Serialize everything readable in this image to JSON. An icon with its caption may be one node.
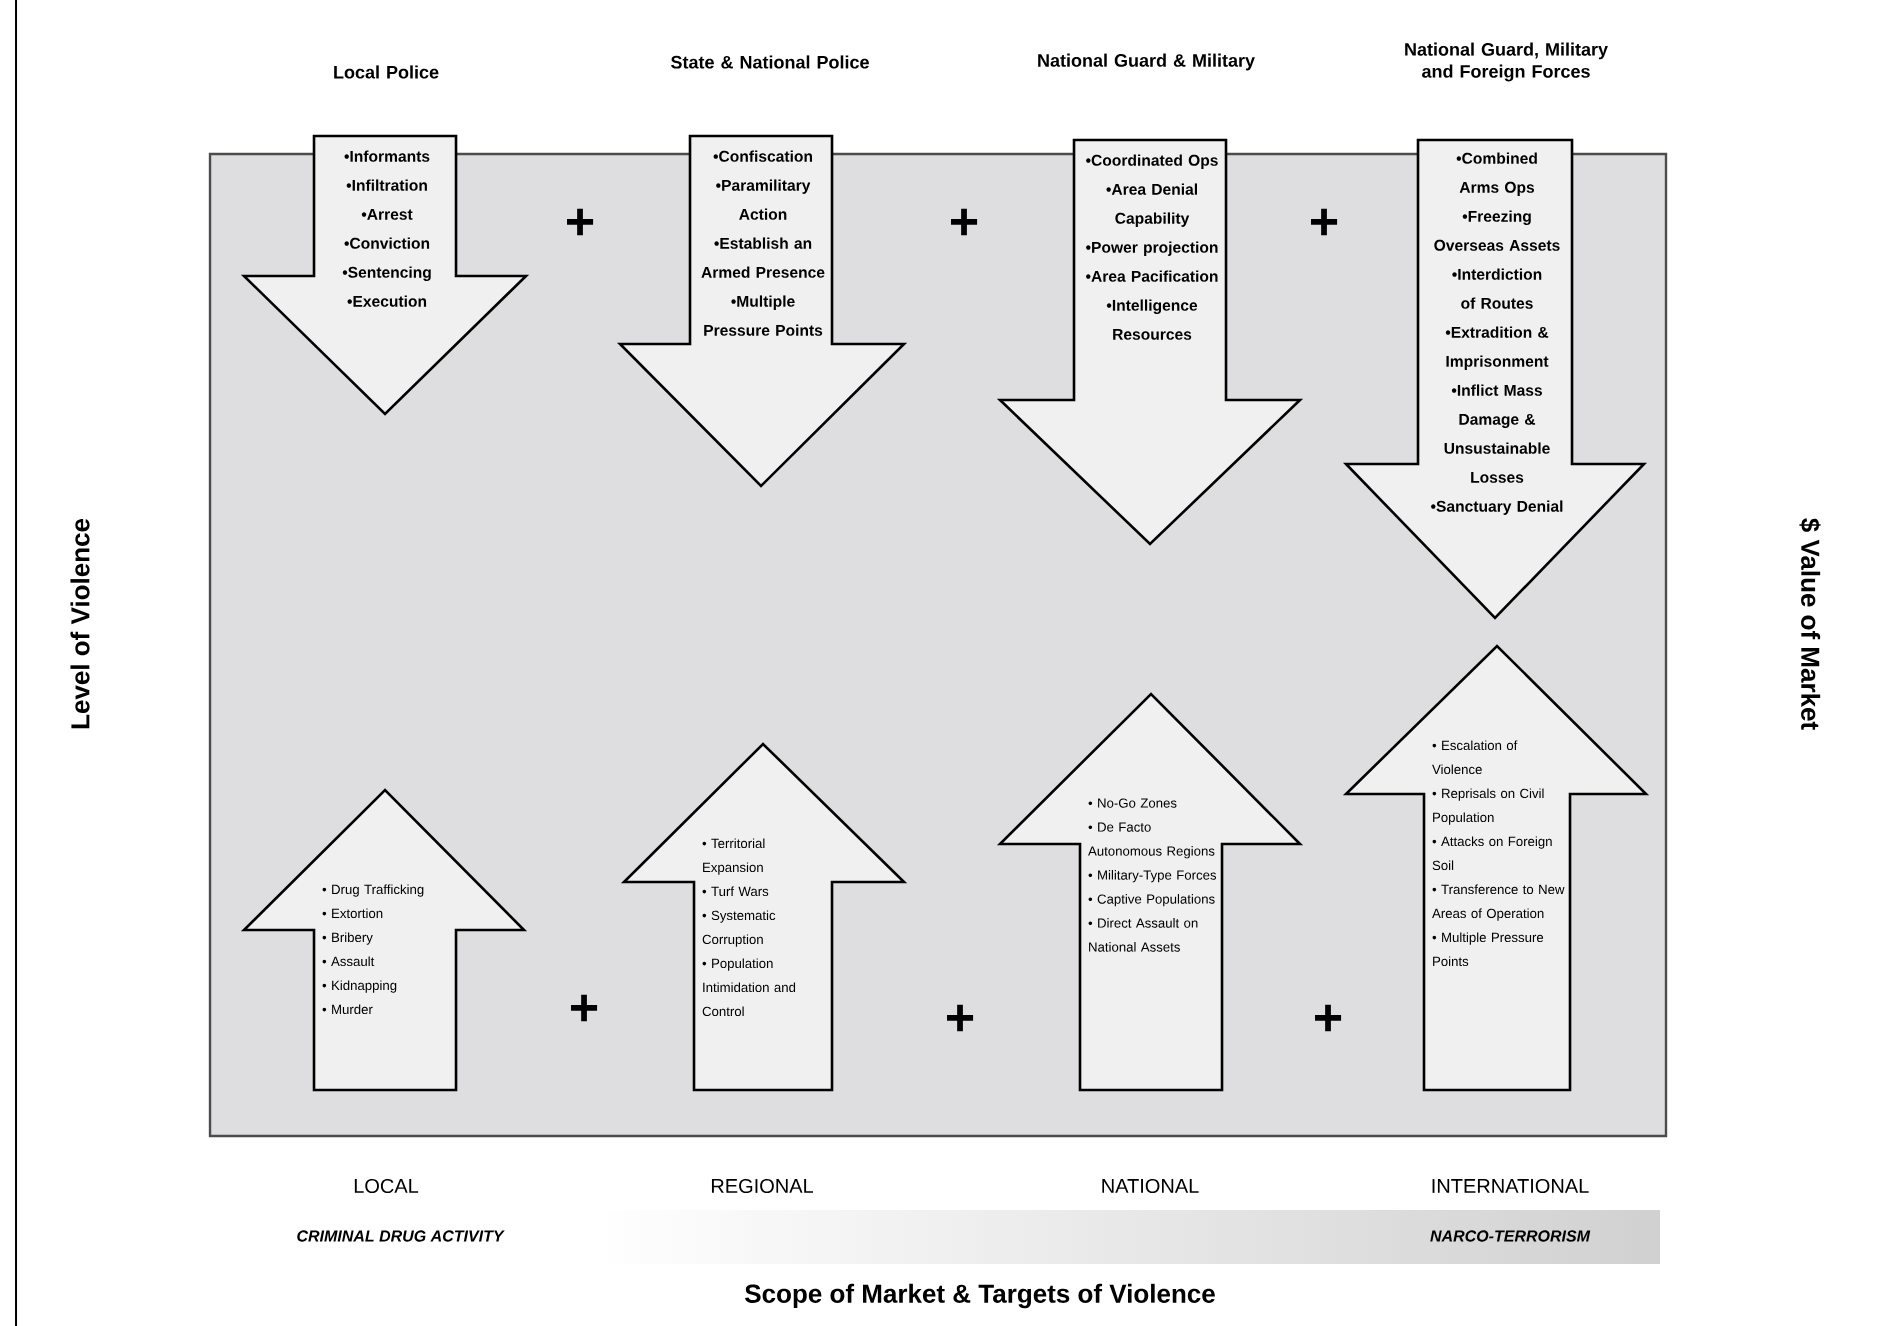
{
  "diagram": {
    "nodes": [
      {
        "text": [
          "•Informants",
          "•Infiltration",
          "•Arrest",
          "•Conviction",
          "•Sentencing",
          "•Execution"
        ]
      },
      {
        "text": [
          "•Confiscation",
          "•Paramilitary Action",
          "•Establish an Armed Presence",
          "•Multiple Pressure Points"
        ]
      },
      {
        "text": [
          "•Coordinated Ops",
          "•Area Denial Capability",
          "•Power projection",
          "•Area Pacification",
          "•Intelligence Resources"
        ]
      },
      {
        "text": [
          "•Combined Arms Ops",
          "•Freezing Overseas Assets",
          "•Interdiction of Routes",
          "•Extradition & Imprisonment",
          "•Inflict Mass Damage & Unsustainable Losses",
          "•Sanctuary Denial"
        ]
      },
      {
        "text": [
          "• Drug Trafficking",
          "• Extortion",
          "• Bribery",
          "• Assault",
          "• Kidnapping",
          "• Murder"
        ]
      },
      {
        "text": [
          "• Territorial Expansion",
          "• Turf Wars",
          "• Systematic Corruption",
          "• Population Intimidation and Control"
        ]
      },
      {
        "text": [
          "• No-Go Zones",
          "• De Facto Autonomous Regions",
          "• Military-Type Forces",
          "• Captive Populations",
          "• Direct Assault on National Assets"
        ]
      },
      {
        "text": [
          "• Escalation of Violence",
          "• Reprisals on Civil Population",
          "• Attacks on Foreign Soil",
          "• Transference to New Areas of Operation",
          "• Multiple Pressure Points"
        ]
      }
    ],
    "labels": [
      "Local Police",
      "State & National Police",
      "National Guard & Military",
      "National Guard, Military and Foreign Forces",
      "+",
      "+",
      "+",
      "Level of Violence",
      "$ Value of Market",
      "+",
      "+",
      "+",
      "LOCAL",
      "REGIONAL",
      "NATIONAL",
      "INTERNATIONAL",
      "CRIMINAL DRUG ACTIVITY",
      "NARCO-TERRORISM",
      "Scope of Market & Targets of Violence"
    ]
  }
}
